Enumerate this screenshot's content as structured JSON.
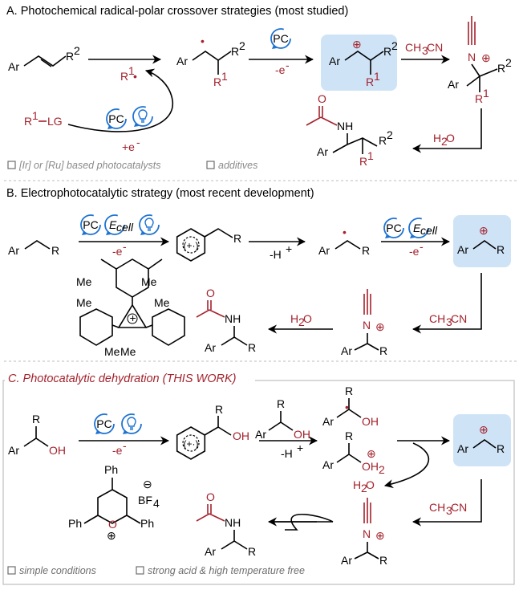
{
  "headers": {
    "a": "A. Photochemical radical-polar crossover strategies (most studied)",
    "b": "B. Electrophotocatalytic strategy (most recent development)",
    "c": "C. Photocatalytic dehydration (THIS WORK)"
  },
  "labels": {
    "ar": "Ar",
    "r": "R",
    "r1": "R",
    "r1_sup": "1",
    "r2": "R",
    "r2_sup": "2",
    "pc": "PC",
    "e": "E",
    "e_sub": "cell",
    "minus_e": "-e",
    "minus_sup": "-",
    "plus_e": "+e",
    "lg": "LG",
    "ch3cn": "CH",
    "ch3cn_sub": "3",
    "ch3cn_tail": "CN",
    "h2o_h": "H",
    "h2o_sub": "2",
    "h2o_o": "O",
    "minus_h": "-H",
    "h_plus": "+",
    "n": "N",
    "nh": "NH",
    "o": "O",
    "oh": "OH",
    "oh2_o": "OH",
    "oh2_sub": "2",
    "me": "Me",
    "ph": "Ph",
    "bf": "BF",
    "bf_sub": "4",
    "plus": "⊕",
    "minus": "⊖",
    "dot": "•"
  },
  "notes": {
    "a1": "[Ir] or [Ru] based photocatalysts",
    "a2": "additives",
    "c1": "simple conditions",
    "c2": "strong acid & high temperature free"
  },
  "colors": {
    "red": "#a3222c",
    "blue": "#1e73d2",
    "highlight": "#cfe3f7"
  }
}
